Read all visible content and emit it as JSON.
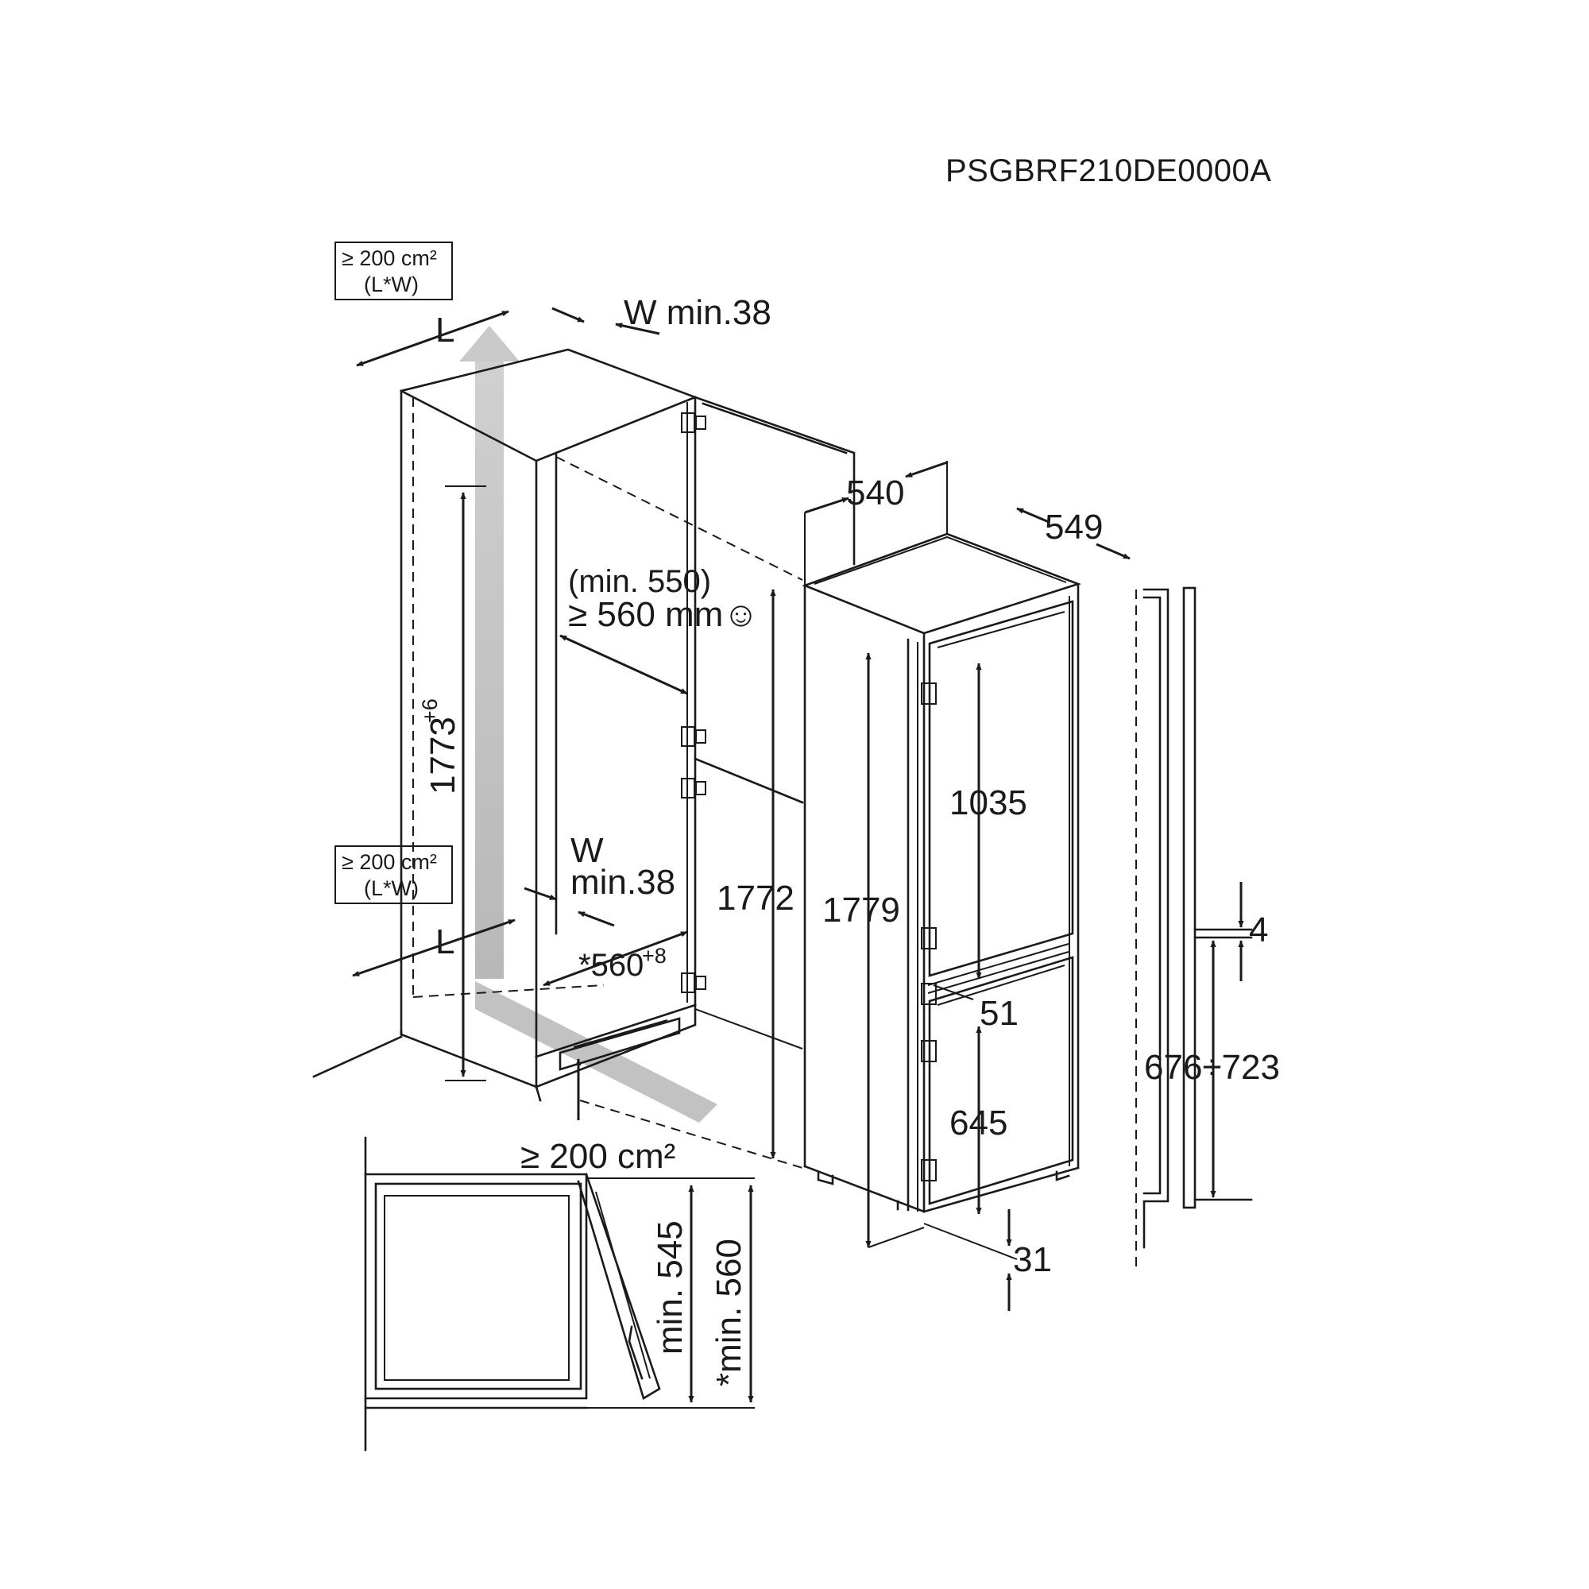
{
  "model_code": "PSGBRF210DE0000A",
  "vent_top": {
    "area_line1": "≥ 200 cm²",
    "area_line2": "(L*W)",
    "length_label": "L",
    "width_label": "W min.38"
  },
  "vent_bottom": {
    "area_line1": "≥ 200 cm²",
    "area_line2": "(L*W)",
    "length_label": "L",
    "width_line1": "W",
    "width_line2": "min.38"
  },
  "plinth_vent": "≥ 200 cm²",
  "niche": {
    "height": "1773",
    "height_tol": "+6",
    "width": "*560",
    "width_tol": "+8",
    "depth_min_alt": "(min. 550)",
    "depth_min": "≥ 560 mm",
    "smiley": "☺"
  },
  "appliance": {
    "height_body": "1772",
    "height_total": "1779",
    "width": "540",
    "depth": "549",
    "upper_door": "1035",
    "gap": "51",
    "lower_door": "645",
    "bottom_offset": "31"
  },
  "door_fixing": {
    "gap": "4",
    "range": "676÷723"
  },
  "section": {
    "min_545": "min. 545",
    "min_560": "*min. 560"
  }
}
